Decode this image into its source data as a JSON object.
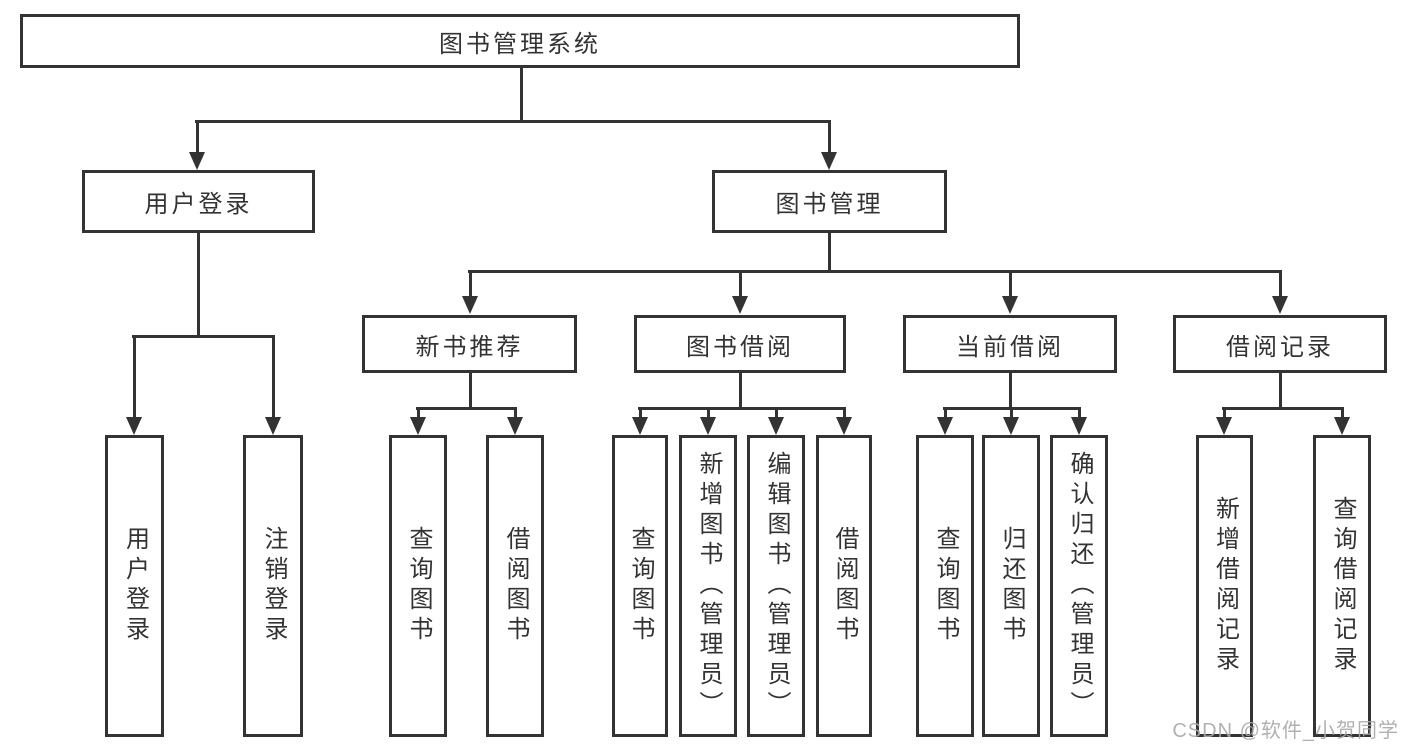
{
  "colors": {
    "line": "#333333",
    "text": "#333333",
    "watermark": "#a9a9a9",
    "background": "#ffffff"
  },
  "watermark": "CSDN @软件_小贺同学",
  "tree": {
    "root": {
      "label": "图书管理系统",
      "children": [
        {
          "label": "用户登录",
          "children": [
            {
              "label": "用户登录"
            },
            {
              "label": "注销登录"
            }
          ]
        },
        {
          "label": "图书管理",
          "children": [
            {
              "label": "新书推荐",
              "children": [
                {
                  "label": "查询图书"
                },
                {
                  "label": "借阅图书"
                }
              ]
            },
            {
              "label": "图书借阅",
              "children": [
                {
                  "label": "查询图书"
                },
                {
                  "label": "新增图书（管理员）"
                },
                {
                  "label": "编辑图书（管理员）"
                },
                {
                  "label": "借阅图书"
                }
              ]
            },
            {
              "label": "当前借阅",
              "children": [
                {
                  "label": "查询图书"
                },
                {
                  "label": "归还图书"
                },
                {
                  "label": "确认归还（管理员）"
                }
              ]
            },
            {
              "label": "借阅记录",
              "children": [
                {
                  "label": "新增借阅记录"
                },
                {
                  "label": "查询借阅记录"
                }
              ]
            }
          ]
        }
      ]
    }
  }
}
